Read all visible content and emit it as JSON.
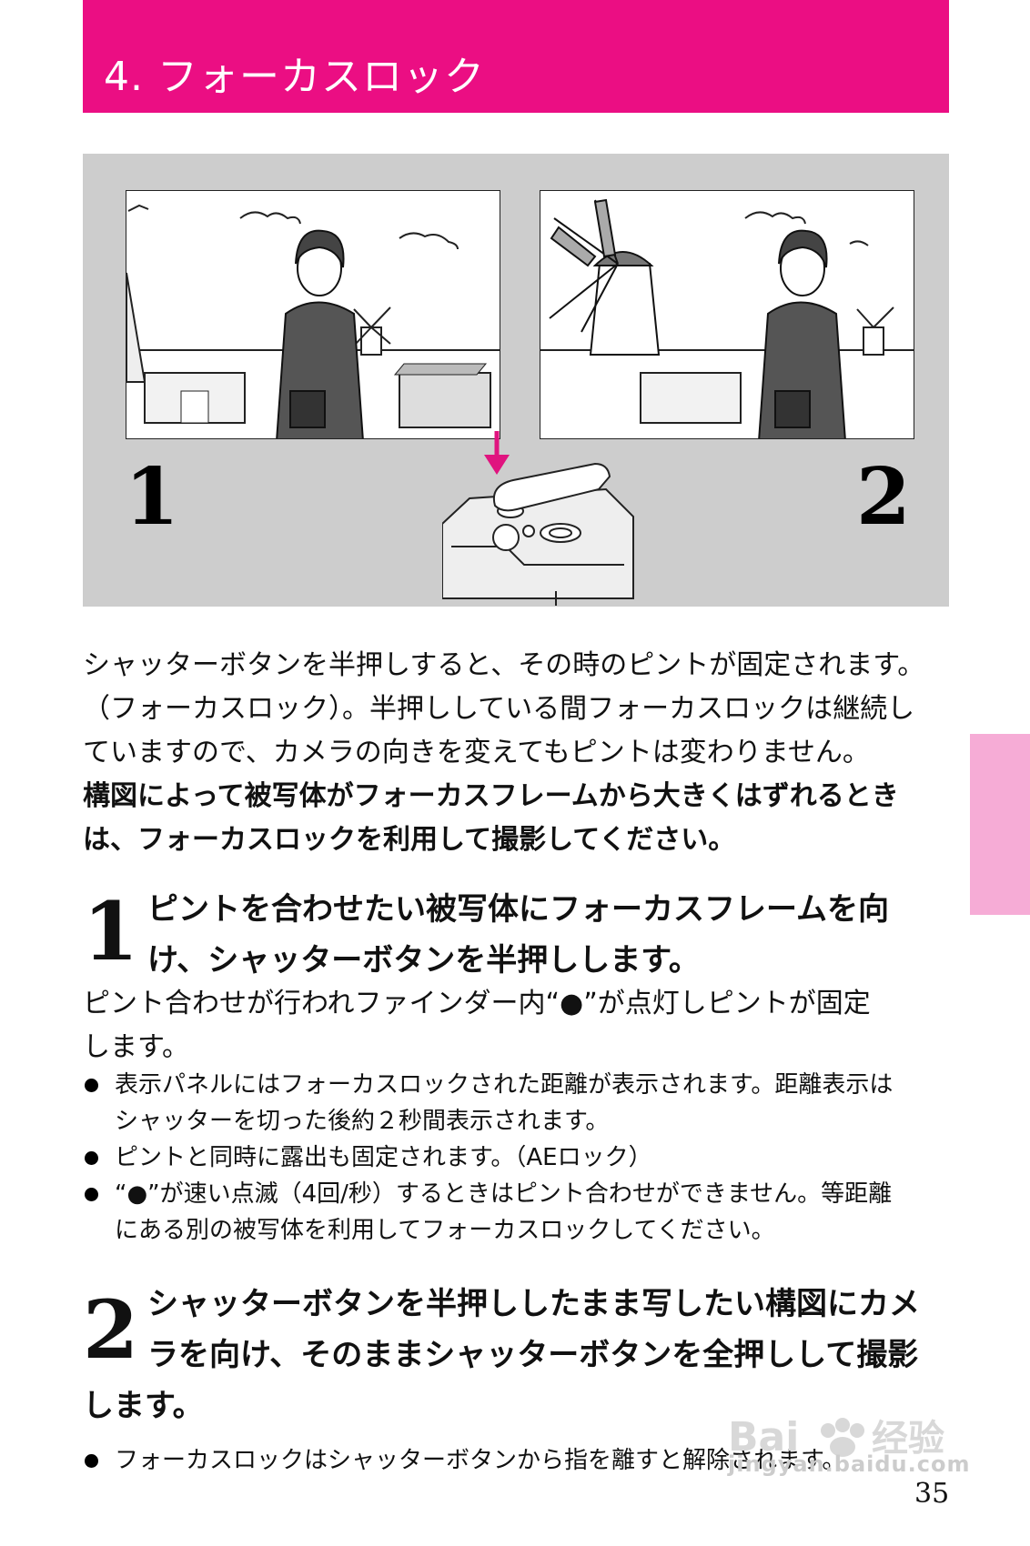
{
  "header": {
    "title": "4. フォーカスロック",
    "band_color": "#eb0e83"
  },
  "illustration": {
    "label_1": "1",
    "label_2": "2",
    "arrow_color": "#e0147f"
  },
  "intro": {
    "lines": [
      "シャッターボタンを半押しすると、その時のピントが固定されます。",
      "（フォーカスロック）。半押ししている間フォーカスロックは継続し",
      "ていますので、カメラの向きを変えてもピントは変わりません。"
    ],
    "bold_lines": [
      "構図によって被写体がフォーカスフレームから大きくはずれるとき",
      "は、フォーカスロックを利用して撮影してください。"
    ]
  },
  "step1": {
    "number": "1",
    "heading_lines": [
      "ピントを合わせたい被写体にフォーカスフレームを向",
      "け、シャッターボタンを半押しします。"
    ],
    "body_lines": [
      "ピント合わせが行われファインダー内“●”が点灯しピントが固定",
      "します。"
    ],
    "notes": [
      [
        "表示パネルにはフォーカスロックされた距離が表示されます。距離表示は",
        "シャッターを切った後約２秒間表示されます。"
      ],
      [
        "ピントと同時に露出も固定されます。（AEロック）"
      ],
      [
        "“●”が速い点滅（4回/秒）するときはピント合わせができません。等距離",
        "にある別の被写体を利用してフォーカスロックしてください。"
      ]
    ]
  },
  "step2": {
    "number": "2",
    "heading_lines": [
      "シャッターボタンを半押ししたまま写したい構図にカメ",
      "ラを向け、そのままシャッターボタンを全押しして撮影",
      "します。"
    ],
    "notes": [
      [
        "フォーカスロックはシャッターボタンから指を離すと解除されます。"
      ]
    ]
  },
  "footer": {
    "page_number": "35",
    "watermark_url": "jingyan.baidu.com"
  },
  "side_tab_color": "#f6acd6"
}
